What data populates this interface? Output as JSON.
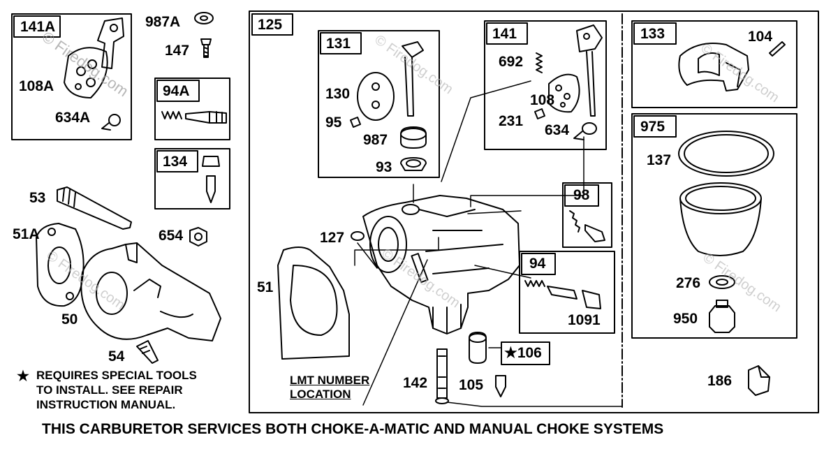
{
  "boxes": {
    "b141a": "141A",
    "b94a": "94A",
    "b134": "134",
    "b125": "125",
    "b131": "131",
    "b141": "141",
    "b133": "133",
    "b975": "975",
    "b98": "98",
    "b94": "94",
    "b106": "106"
  },
  "callouts": {
    "c108a": "108A",
    "c634a": "634A",
    "c987a": "987A",
    "c147": "147",
    "c53": "53",
    "c51a": "51A",
    "c654": "654",
    "c50": "50",
    "c54": "54",
    "c130": "130",
    "c95": "95",
    "c987": "987",
    "c93": "93",
    "c692": "692",
    "c108": "108",
    "c231": "231",
    "c634": "634",
    "c104": "104",
    "c137": "137",
    "c276": "276",
    "c950": "950",
    "c186": "186",
    "c127": "127",
    "c51": "51",
    "c1091": "1091",
    "c142": "142",
    "c105": "105"
  },
  "star_glyph": "★",
  "note_lines": [
    "REQUIRES SPECIAL TOOLS",
    "TO INSTALL.  SEE REPAIR",
    "INSTRUCTION MANUAL."
  ],
  "lmt_lines": [
    "LMT NUMBER",
    "LOCATION"
  ],
  "footer_text": "THIS CARBURETOR SERVICES BOTH CHOKE-A-MATIC AND MANUAL CHOKE SYSTEMS",
  "watermark": "© Firedog.com"
}
